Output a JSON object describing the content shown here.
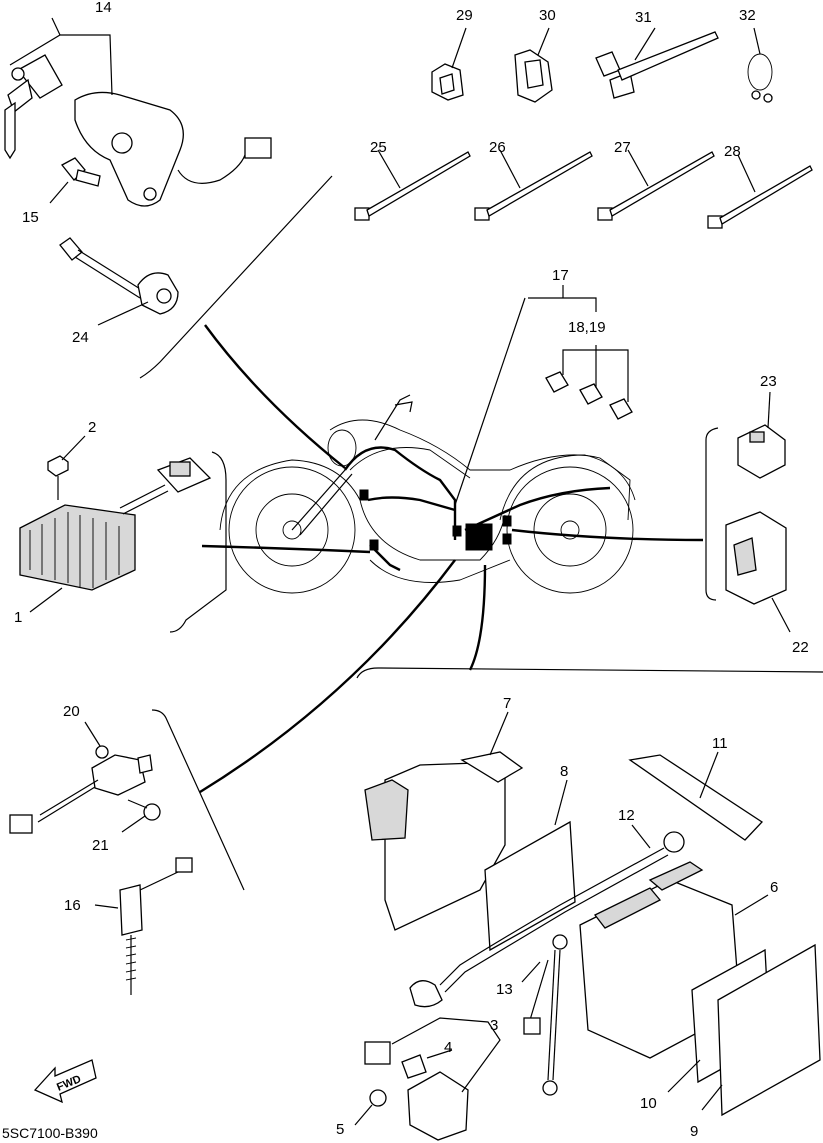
{
  "diagram": {
    "code": "5SC7100-B390",
    "fwd_label": "FWD",
    "callouts": {
      "c1": "1",
      "c2": "2",
      "c3": "3",
      "c4": "4",
      "c5": "5",
      "c6": "6",
      "c7": "7",
      "c8": "8",
      "c9": "9",
      "c10": "10",
      "c11": "11",
      "c12": "12",
      "c13": "13",
      "c14": "14",
      "c15": "15",
      "c16": "16",
      "c17": "17",
      "c18_19": "18,19",
      "c20": "20",
      "c21": "21",
      "c22": "22",
      "c23": "23",
      "c24": "24",
      "c25": "25",
      "c26": "26",
      "c27": "27",
      "c28": "28",
      "c29": "29",
      "c30": "30",
      "c31": "31",
      "c32": "32"
    }
  }
}
